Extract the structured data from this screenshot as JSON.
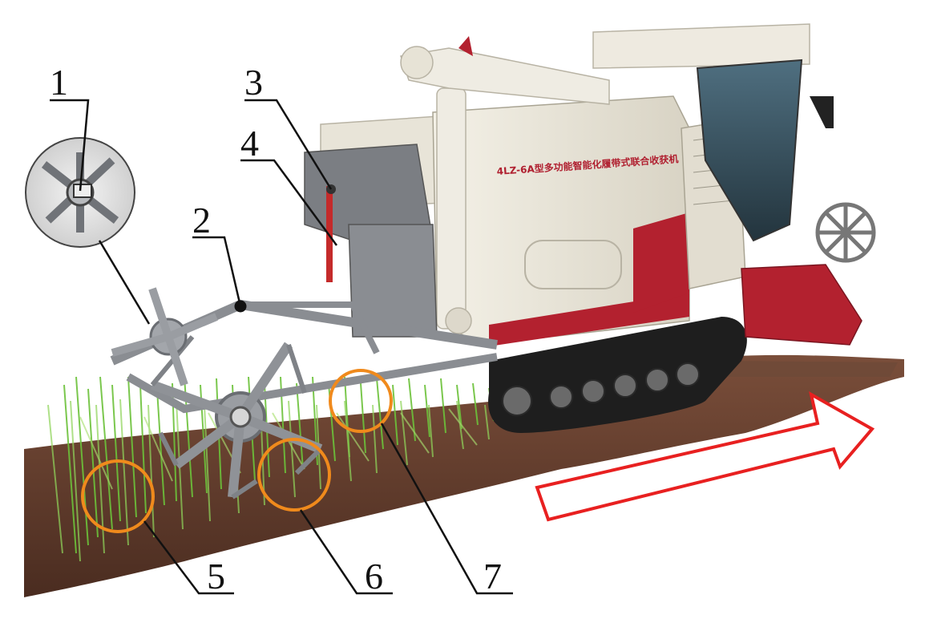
{
  "machine": {
    "side_text": "4LZ-6A型多功能智能化履带式联合收获机"
  },
  "labels": {
    "l1": "1",
    "l2": "2",
    "l3": "3",
    "l4": "4",
    "l5": "5",
    "l6": "6",
    "l7": "7"
  },
  "colors": {
    "soil": "#5b3a2b",
    "body": "#ece8dc",
    "accent": "#b3212f",
    "frame": "#8a8d92",
    "circle": "#f08a1c",
    "arrow": "#e82020",
    "crop": "#6cc23a"
  }
}
